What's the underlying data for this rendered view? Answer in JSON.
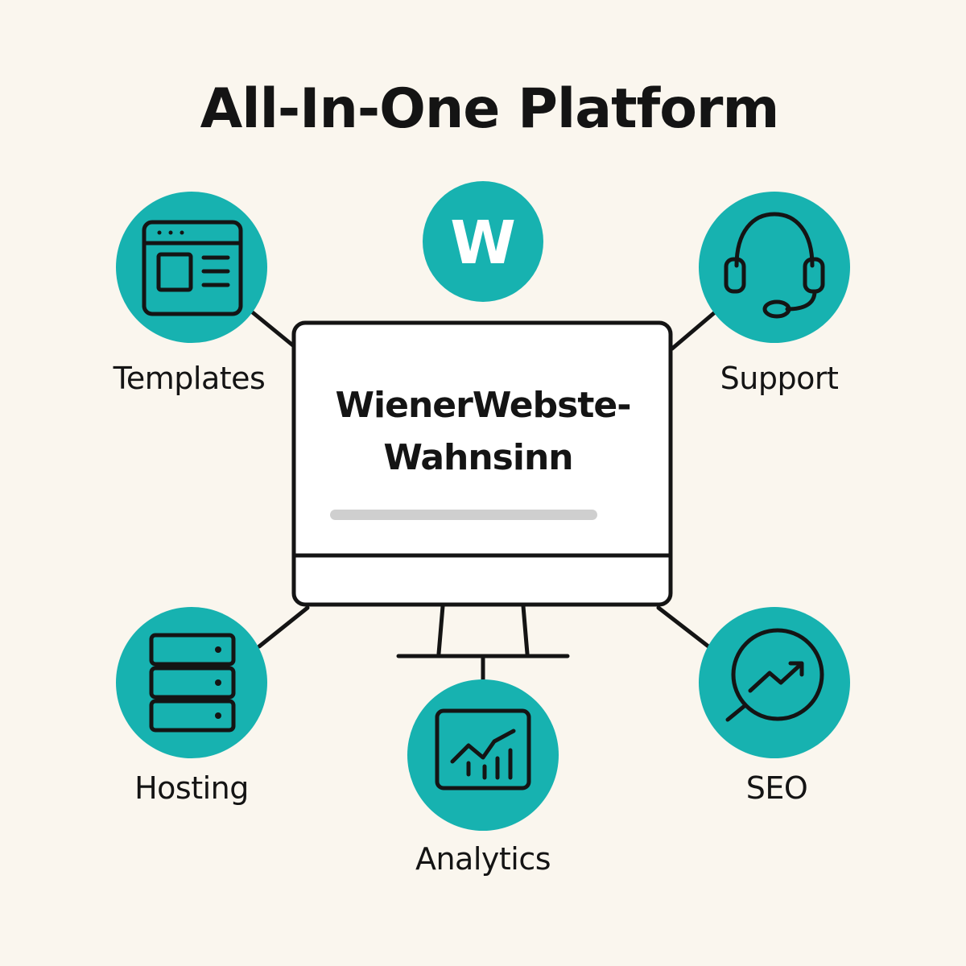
{
  "title": "All-In-One Platform",
  "logo": {
    "letter": "W",
    "icon": "w-logo-icon"
  },
  "monitor": {
    "line1": "WienerWebste-",
    "line2": "Wahnsinn"
  },
  "features": [
    {
      "id": "templates",
      "label": "Templates",
      "icon": "browser-window-icon"
    },
    {
      "id": "support",
      "label": "Support",
      "icon": "headset-icon"
    },
    {
      "id": "hosting",
      "label": "Hosting",
      "icon": "server-stack-icon"
    },
    {
      "id": "analytics",
      "label": "Analytics",
      "icon": "analytics-chart-icon"
    },
    {
      "id": "seo",
      "label": "SEO",
      "icon": "magnifier-trend-icon"
    }
  ],
  "colors": {
    "teal": "#17b2b0",
    "ink": "#141414",
    "background": "#faf6ee",
    "screen": "#ffffff",
    "bar": "#cfcfcf"
  }
}
